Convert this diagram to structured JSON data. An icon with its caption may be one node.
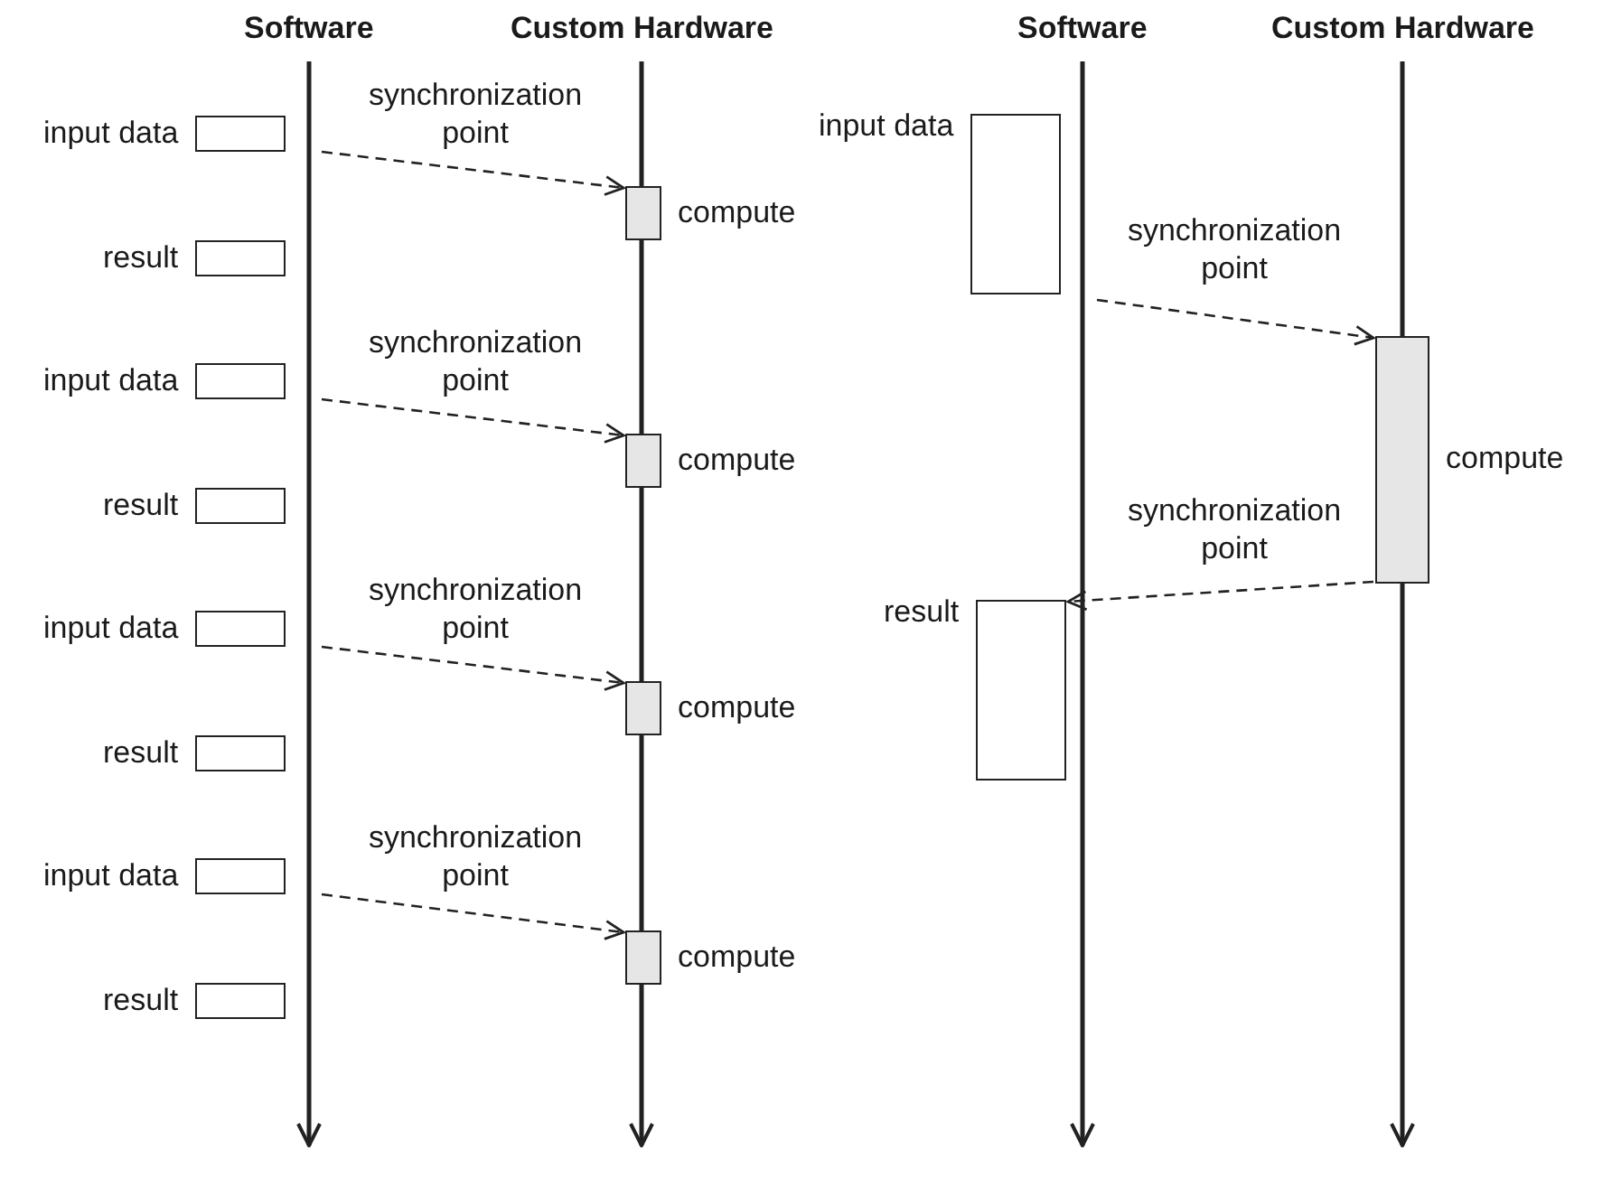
{
  "diagram": {
    "nodes": [
      {
        "text": [
          "input data"
        ]
      },
      {
        "text": [
          "compute"
        ]
      },
      {
        "text": [
          "result"
        ]
      },
      {
        "text": [
          "input data"
        ]
      },
      {
        "text": [
          "compute"
        ]
      },
      {
        "text": [
          "result"
        ]
      },
      {
        "text": [
          "input data"
        ]
      },
      {
        "text": [
          "compute"
        ]
      },
      {
        "text": [
          "result"
        ]
      },
      {
        "text": [
          "input data"
        ]
      },
      {
        "text": [
          "compute"
        ]
      },
      {
        "text": [
          "result"
        ]
      },
      {
        "text": [
          "input data"
        ]
      },
      {
        "text": [
          "compute"
        ]
      },
      {
        "text": [
          "result"
        ]
      }
    ],
    "edges": [
      {
        "from": null,
        "to": 1,
        "arrow": "to",
        "label": "synchronization point",
        "style": "dashed"
      },
      {
        "from": null,
        "to": 4,
        "arrow": "to",
        "label": "synchronization point",
        "style": "dashed"
      },
      {
        "from": null,
        "to": 7,
        "arrow": "to",
        "label": "synchronization point",
        "style": "dashed"
      },
      {
        "from": null,
        "to": 10,
        "arrow": "to",
        "label": "synchronization point",
        "style": "dashed"
      },
      {
        "from": null,
        "to": 13,
        "arrow": "to",
        "label": "synchronization point",
        "style": "dashed"
      },
      {
        "from": 13,
        "to": 14,
        "arrow": "to",
        "label": "synchronization point",
        "style": "dashed"
      }
    ],
    "labels": [
      "Software",
      "Custom Hardware",
      "Software",
      "Custom Hardware"
    ]
  }
}
